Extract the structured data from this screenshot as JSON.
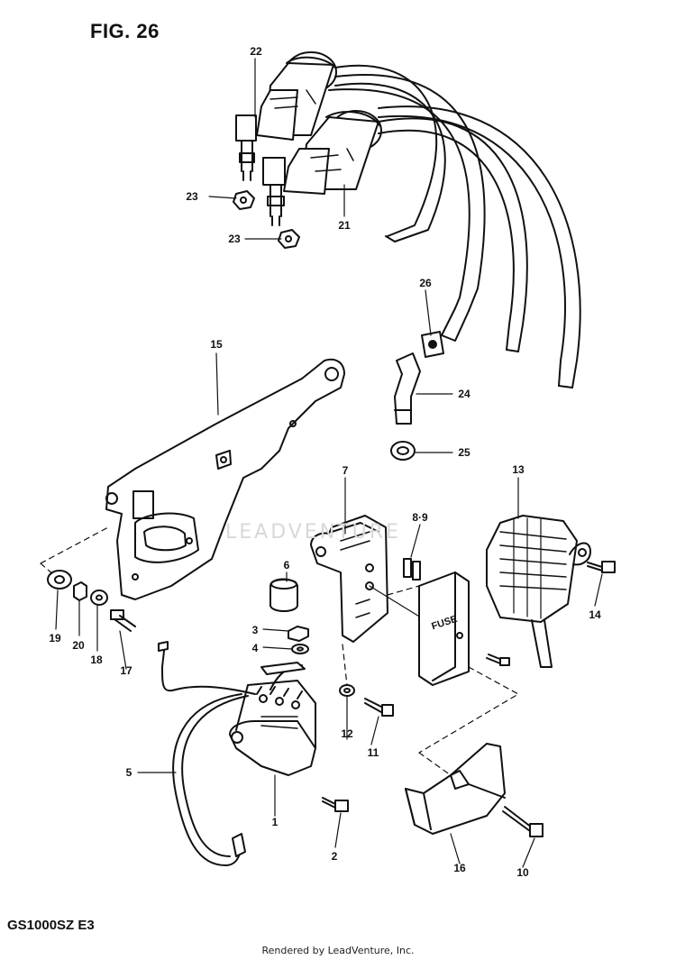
{
  "figure": {
    "title": "FIG. 26",
    "model": "GS1000SZ  E3"
  },
  "footer": {
    "credit": "Rendered by LeadVenture, Inc."
  },
  "watermark": {
    "text": "LEADVENTURE"
  },
  "callouts": [
    {
      "id": "c22",
      "label": "22"
    },
    {
      "id": "c23a",
      "label": "23"
    },
    {
      "id": "c23b",
      "label": "23"
    },
    {
      "id": "c21",
      "label": "21"
    },
    {
      "id": "c26",
      "label": "26"
    },
    {
      "id": "c24",
      "label": "24"
    },
    {
      "id": "c25",
      "label": "25"
    },
    {
      "id": "c15",
      "label": "15"
    },
    {
      "id": "c7",
      "label": "7"
    },
    {
      "id": "c89",
      "label": "8·9"
    },
    {
      "id": "c13",
      "label": "13"
    },
    {
      "id": "c6",
      "label": "6"
    },
    {
      "id": "c3",
      "label": "3"
    },
    {
      "id": "c4",
      "label": "4"
    },
    {
      "id": "c14",
      "label": "14"
    },
    {
      "id": "c19",
      "label": "19"
    },
    {
      "id": "c20",
      "label": "20"
    },
    {
      "id": "c18",
      "label": "18"
    },
    {
      "id": "c17",
      "label": "17"
    },
    {
      "id": "c12",
      "label": "12"
    },
    {
      "id": "c11",
      "label": "11"
    },
    {
      "id": "c5",
      "label": "5"
    },
    {
      "id": "c1",
      "label": "1"
    },
    {
      "id": "c2",
      "label": "2"
    },
    {
      "id": "c16",
      "label": "16"
    },
    {
      "id": "c10",
      "label": "10"
    }
  ],
  "fuse_cover_text": "FUSE"
}
